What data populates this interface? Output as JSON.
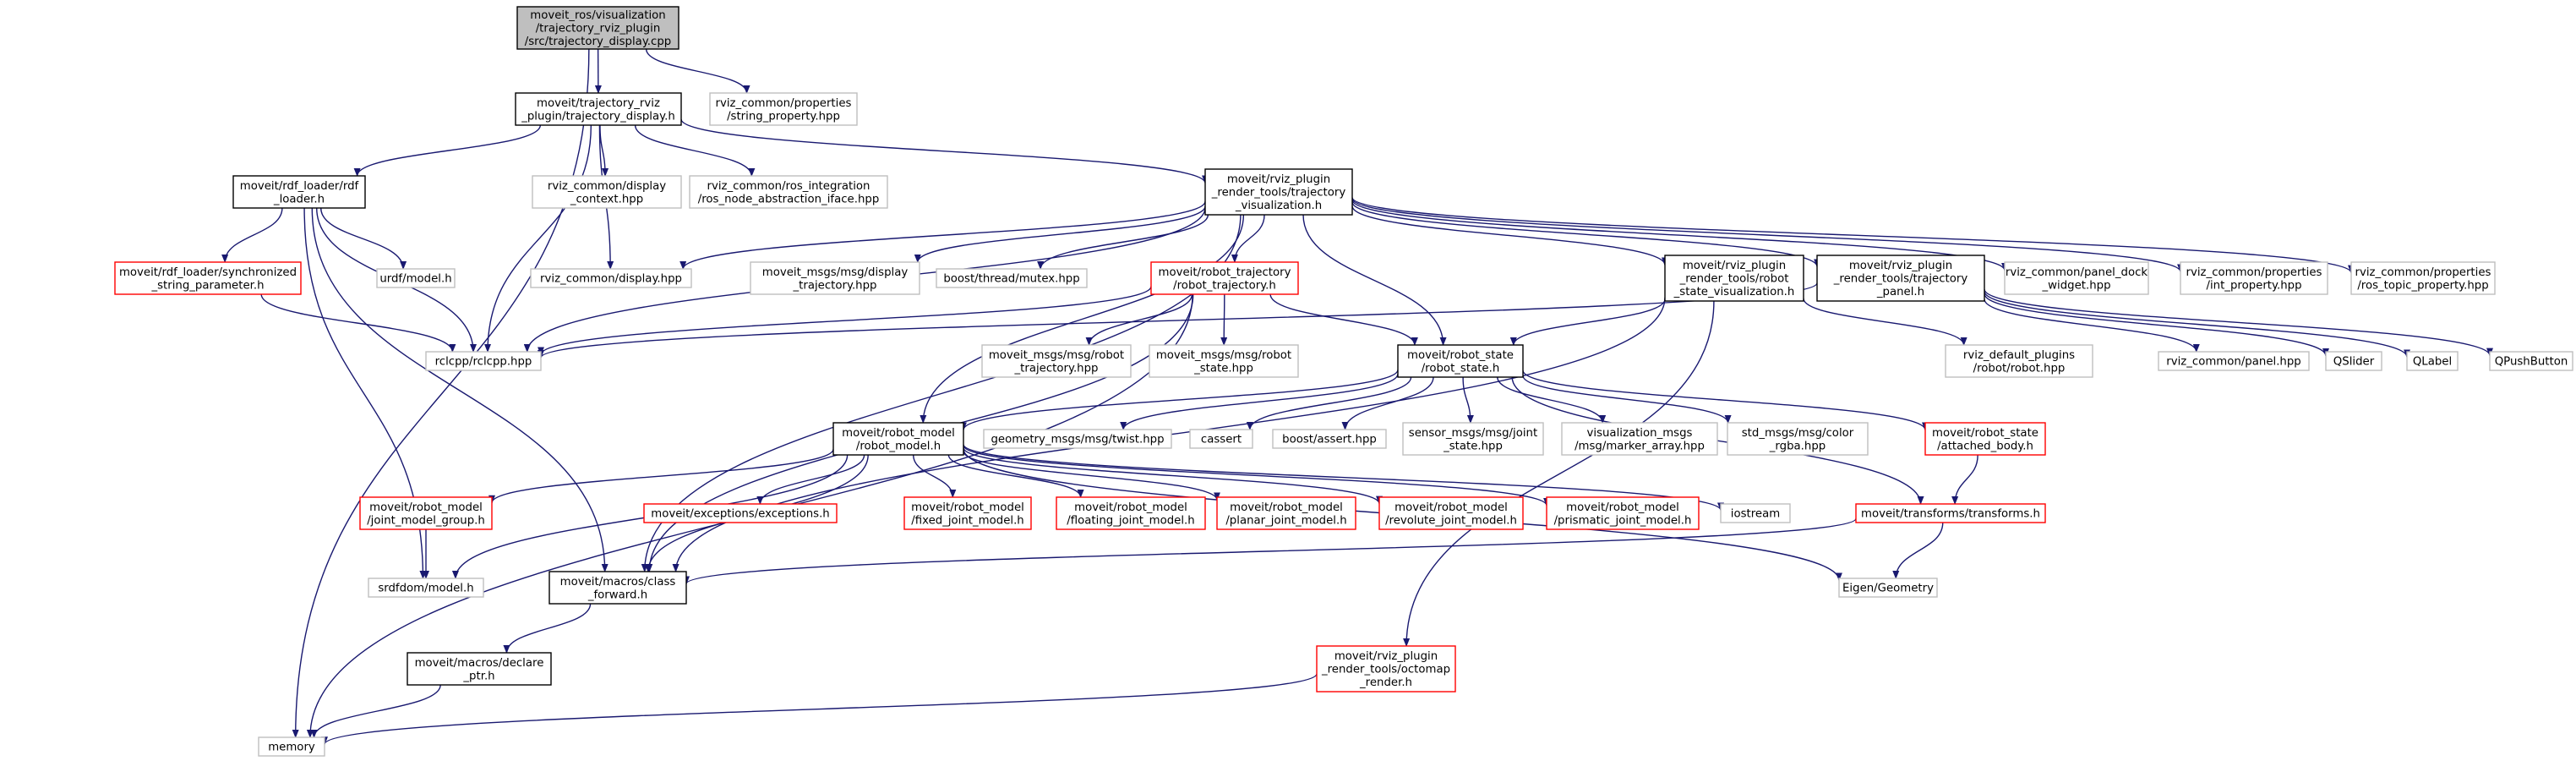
{
  "colors": {
    "background": "#ffffff",
    "edge": "#191970",
    "root_fill": "#bfbfbf",
    "root_border": "#000000",
    "documented_border": "#000000",
    "external_border": "#bfbfbf",
    "undocumented_border": "#ff0000",
    "text": "#000000"
  },
  "nodes": [
    {
      "id": "trajectory_display_cpp",
      "kind": "root",
      "lines": [
        "moveit_ros/visualization",
        "/trajectory_rviz_plugin",
        "/src/trajectory_display.cpp"
      ]
    },
    {
      "id": "trajectory_display_h",
      "kind": "documented",
      "lines": [
        "moveit/trajectory_rviz",
        "_plugin/trajectory_display.h"
      ]
    },
    {
      "id": "string_property",
      "kind": "external",
      "lines": [
        "rviz_common/properties",
        "/string_property.hpp"
      ]
    },
    {
      "id": "rdf_loader",
      "kind": "documented",
      "lines": [
        "moveit/rdf_loader/rdf",
        "_loader.h"
      ]
    },
    {
      "id": "display_context",
      "kind": "external",
      "lines": [
        "rviz_common/display",
        "_context.hpp"
      ]
    },
    {
      "id": "ros_integration",
      "kind": "external",
      "lines": [
        "rviz_common/ros_integration",
        "/ros_node_abstraction_iface.hpp"
      ]
    },
    {
      "id": "trajectory_visualization",
      "kind": "documented",
      "lines": [
        "moveit/rviz_plugin",
        "_render_tools/trajectory",
        "_visualization.h"
      ]
    },
    {
      "id": "synchronized_string",
      "kind": "undocumented",
      "lines": [
        "moveit/rdf_loader/synchronized",
        "_string_parameter.h"
      ]
    },
    {
      "id": "urdf_model",
      "kind": "external",
      "lines": [
        "urdf/model.h"
      ]
    },
    {
      "id": "display_hpp",
      "kind": "external",
      "lines": [
        "rviz_common/display.hpp"
      ]
    },
    {
      "id": "display_trajectory",
      "kind": "external",
      "lines": [
        "moveit_msgs/msg/display",
        "_trajectory.hpp"
      ]
    },
    {
      "id": "boost_mutex",
      "kind": "external",
      "lines": [
        "boost/thread/mutex.hpp"
      ]
    },
    {
      "id": "robot_trajectory",
      "kind": "undocumented",
      "lines": [
        "moveit/robot_trajectory",
        "/robot_trajectory.h"
      ]
    },
    {
      "id": "robot_state_visualization",
      "kind": "documented",
      "lines": [
        "moveit/rviz_plugin",
        "_render_tools/robot",
        "_state_visualization.h"
      ]
    },
    {
      "id": "trajectory_panel",
      "kind": "documented",
      "lines": [
        "moveit/rviz_plugin",
        "_render_tools/trajectory",
        "_panel.h"
      ]
    },
    {
      "id": "panel_dock",
      "kind": "external",
      "lines": [
        "rviz_common/panel_dock",
        "_widget.hpp"
      ]
    },
    {
      "id": "int_property",
      "kind": "external",
      "lines": [
        "rviz_common/properties",
        "/int_property.hpp"
      ]
    },
    {
      "id": "ros_topic_property",
      "kind": "external",
      "lines": [
        "rviz_common/properties",
        "/ros_topic_property.hpp"
      ]
    },
    {
      "id": "rclcpp",
      "kind": "external",
      "lines": [
        "rclcpp/rclcpp.hpp"
      ]
    },
    {
      "id": "msg_robot_trajectory",
      "kind": "external",
      "lines": [
        "moveit_msgs/msg/robot",
        "_trajectory.hpp"
      ]
    },
    {
      "id": "msg_robot_state",
      "kind": "external",
      "lines": [
        "moveit_msgs/msg/robot",
        "_state.hpp"
      ]
    },
    {
      "id": "robot_state",
      "kind": "documented",
      "lines": [
        "moveit/robot_state",
        "/robot_state.h"
      ]
    },
    {
      "id": "rviz_default_robot",
      "kind": "external",
      "lines": [
        "rviz_default_plugins",
        "/robot/robot.hpp"
      ]
    },
    {
      "id": "panel_hpp",
      "kind": "external",
      "lines": [
        "rviz_common/panel.hpp"
      ]
    },
    {
      "id": "qslider",
      "kind": "external",
      "lines": [
        "QSlider"
      ]
    },
    {
      "id": "qlabel",
      "kind": "external",
      "lines": [
        "QLabel"
      ]
    },
    {
      "id": "qpushbutton",
      "kind": "external",
      "lines": [
        "QPushButton"
      ]
    },
    {
      "id": "robot_model",
      "kind": "documented",
      "lines": [
        "moveit/robot_model",
        "/robot_model.h"
      ]
    },
    {
      "id": "twist",
      "kind": "external",
      "lines": [
        "geometry_msgs/msg/twist.hpp"
      ]
    },
    {
      "id": "cassert",
      "kind": "external",
      "lines": [
        "cassert"
      ]
    },
    {
      "id": "boost_assert",
      "kind": "external",
      "lines": [
        "boost/assert.hpp"
      ]
    },
    {
      "id": "joint_state",
      "kind": "external",
      "lines": [
        "sensor_msgs/msg/joint",
        "_state.hpp"
      ]
    },
    {
      "id": "marker_array",
      "kind": "external",
      "lines": [
        "visualization_msgs",
        "/msg/marker_array.hpp"
      ]
    },
    {
      "id": "color_rgba",
      "kind": "external",
      "lines": [
        "std_msgs/msg/color",
        "_rgba.hpp"
      ]
    },
    {
      "id": "attached_body",
      "kind": "undocumented",
      "lines": [
        "moveit/robot_state",
        "/attached_body.h"
      ]
    },
    {
      "id": "joint_model_group",
      "kind": "undocumented",
      "lines": [
        "moveit/robot_model",
        "/joint_model_group.h"
      ]
    },
    {
      "id": "exceptions",
      "kind": "undocumented",
      "lines": [
        "moveit/exceptions/exceptions.h"
      ]
    },
    {
      "id": "fixed_joint",
      "kind": "undocumented",
      "lines": [
        "moveit/robot_model",
        "/fixed_joint_model.h"
      ]
    },
    {
      "id": "floating_joint",
      "kind": "undocumented",
      "lines": [
        "moveit/robot_model",
        "/floating_joint_model.h"
      ]
    },
    {
      "id": "planar_joint",
      "kind": "undocumented",
      "lines": [
        "moveit/robot_model",
        "/planar_joint_model.h"
      ]
    },
    {
      "id": "revolute_joint",
      "kind": "undocumented",
      "lines": [
        "moveit/robot_model",
        "/revolute_joint_model.h"
      ]
    },
    {
      "id": "prismatic_joint",
      "kind": "undocumented",
      "lines": [
        "moveit/robot_model",
        "/prismatic_joint_model.h"
      ]
    },
    {
      "id": "iostream",
      "kind": "external",
      "lines": [
        "iostream"
      ]
    },
    {
      "id": "transforms",
      "kind": "undocumented",
      "lines": [
        "moveit/transforms/transforms.h"
      ]
    },
    {
      "id": "srdfdom",
      "kind": "external",
      "lines": [
        "srdfdom/model.h"
      ]
    },
    {
      "id": "class_forward",
      "kind": "documented",
      "lines": [
        "moveit/macros/class",
        "_forward.h"
      ]
    },
    {
      "id": "eigen_geometry",
      "kind": "external",
      "lines": [
        "Eigen/Geometry"
      ]
    },
    {
      "id": "declare_ptr",
      "kind": "documented",
      "lines": [
        "moveit/macros/declare",
        "_ptr.h"
      ]
    },
    {
      "id": "octomap_render",
      "kind": "undocumented",
      "lines": [
        "moveit/rviz_plugin",
        "_render_tools/octomap",
        "_render.h"
      ]
    },
    {
      "id": "memory",
      "kind": "external",
      "lines": [
        "memory"
      ]
    }
  ],
  "edges": [
    [
      "trajectory_display_cpp",
      "trajectory_display_h"
    ],
    [
      "trajectory_display_cpp",
      "string_property"
    ],
    [
      "trajectory_display_cpp",
      "memory"
    ],
    [
      "trajectory_display_h",
      "rdf_loader"
    ],
    [
      "trajectory_display_h",
      "display_context"
    ],
    [
      "trajectory_display_h",
      "ros_integration"
    ],
    [
      "trajectory_display_h",
      "trajectory_visualization"
    ],
    [
      "trajectory_display_h",
      "display_hpp"
    ],
    [
      "trajectory_display_h",
      "rclcpp"
    ],
    [
      "rdf_loader",
      "synchronized_string"
    ],
    [
      "rdf_loader",
      "urdf_model"
    ],
    [
      "rdf_loader",
      "srdfdom"
    ],
    [
      "rdf_loader",
      "class_forward"
    ],
    [
      "rdf_loader",
      "rclcpp"
    ],
    [
      "synchronized_string",
      "rclcpp"
    ],
    [
      "trajectory_visualization",
      "display_hpp"
    ],
    [
      "trajectory_visualization",
      "display_trajectory"
    ],
    [
      "trajectory_visualization",
      "boost_mutex"
    ],
    [
      "trajectory_visualization",
      "robot_trajectory"
    ],
    [
      "trajectory_visualization",
      "robot_state_visualization"
    ],
    [
      "trajectory_visualization",
      "trajectory_panel"
    ],
    [
      "trajectory_visualization",
      "panel_dock"
    ],
    [
      "trajectory_visualization",
      "int_property"
    ],
    [
      "trajectory_visualization",
      "ros_topic_property"
    ],
    [
      "trajectory_visualization",
      "robot_state"
    ],
    [
      "trajectory_visualization",
      "robot_model"
    ],
    [
      "trajectory_visualization",
      "rclcpp"
    ],
    [
      "trajectory_visualization",
      "class_forward"
    ],
    [
      "robot_trajectory",
      "msg_robot_trajectory"
    ],
    [
      "robot_trajectory",
      "msg_robot_state"
    ],
    [
      "robot_trajectory",
      "robot_state"
    ],
    [
      "robot_trajectory",
      "rclcpp"
    ],
    [
      "robot_trajectory",
      "class_forward"
    ],
    [
      "robot_trajectory",
      "memory"
    ],
    [
      "robot_state_visualization",
      "robot_state"
    ],
    [
      "robot_state_visualization",
      "rviz_default_robot"
    ],
    [
      "robot_state_visualization",
      "octomap_render"
    ],
    [
      "robot_state_visualization",
      "class_forward"
    ],
    [
      "trajectory_panel",
      "panel_hpp"
    ],
    [
      "trajectory_panel",
      "qslider"
    ],
    [
      "trajectory_panel",
      "qlabel"
    ],
    [
      "trajectory_panel",
      "qpushbutton"
    ],
    [
      "trajectory_panel",
      "rclcpp"
    ],
    [
      "robot_state",
      "robot_model"
    ],
    [
      "robot_state",
      "twist"
    ],
    [
      "robot_state",
      "cassert"
    ],
    [
      "robot_state",
      "boost_assert"
    ],
    [
      "robot_state",
      "joint_state"
    ],
    [
      "robot_state",
      "marker_array"
    ],
    [
      "robot_state",
      "color_rgba"
    ],
    [
      "robot_state",
      "attached_body"
    ],
    [
      "robot_state",
      "transforms"
    ],
    [
      "attached_body",
      "transforms"
    ],
    [
      "robot_model",
      "joint_model_group"
    ],
    [
      "robot_model",
      "exceptions"
    ],
    [
      "robot_model",
      "fixed_joint"
    ],
    [
      "robot_model",
      "floating_joint"
    ],
    [
      "robot_model",
      "planar_joint"
    ],
    [
      "robot_model",
      "revolute_joint"
    ],
    [
      "robot_model",
      "prismatic_joint"
    ],
    [
      "robot_model",
      "iostream"
    ],
    [
      "robot_model",
      "eigen_geometry"
    ],
    [
      "robot_model",
      "srdfdom"
    ],
    [
      "robot_model",
      "class_forward"
    ],
    [
      "joint_model_group",
      "srdfdom"
    ],
    [
      "transforms",
      "eigen_geometry"
    ],
    [
      "transforms",
      "class_forward"
    ],
    [
      "class_forward",
      "declare_ptr"
    ],
    [
      "declare_ptr",
      "memory"
    ],
    [
      "octomap_render",
      "memory"
    ]
  ]
}
